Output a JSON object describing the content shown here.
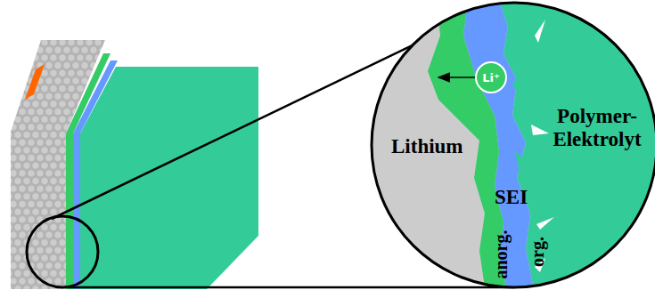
{
  "diagram": {
    "nodes": [
      {
        "text": [
          "Lithium"
        ]
      },
      {
        "text": [
          "anorg."
        ]
      },
      {
        "text": [
          "org."
        ]
      },
      {
        "text": [
          "Polymer- Elektrolyt"
        ]
      },
      {
        "text": [
          "Li⁺"
        ]
      }
    ],
    "edges": [
      {
        "from": 4,
        "to": 0,
        "arrow": "to"
      }
    ],
    "labels": [
      "SEI"
    ]
  }
}
